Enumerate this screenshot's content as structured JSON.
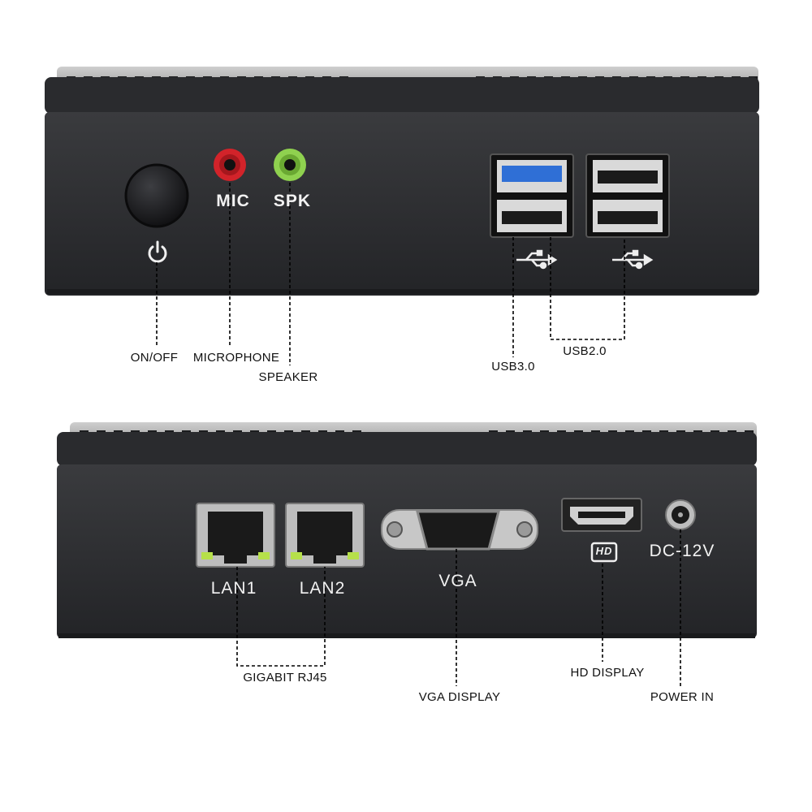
{
  "front_panel": {
    "silkscreen": {
      "mic": "MIC",
      "spk": "SPK"
    },
    "callouts": {
      "power": "ON/OFF",
      "microphone": "MICROPHONE",
      "speaker": "SPEAKER",
      "usb3": "USB3.0",
      "usb2": "USB2.0"
    },
    "colors": {
      "mic_jack": "#d2232a",
      "spk_jack": "#8fd14f",
      "usb3_tongue": "#2f6fd6"
    },
    "icons": [
      "power-icon",
      "usb-icon"
    ]
  },
  "rear_panel": {
    "silkscreen": {
      "lan1": "LAN1",
      "lan2": "LAN2",
      "vga": "VGA",
      "hd": "HD",
      "dc": "DC-12V"
    },
    "callouts": {
      "rj45": "GIGABIT RJ45",
      "vga": "VGA DISPLAY",
      "hd": "HD DISPLAY",
      "power_in": "POWER IN"
    },
    "colors": {
      "lan_led": "#b6e04a"
    },
    "icons": [
      "hd-logo-icon"
    ]
  },
  "colors": {
    "chassis": "#2b2c2e",
    "chassis_dark": "#1e1f21",
    "leader_line": "#000000"
  }
}
